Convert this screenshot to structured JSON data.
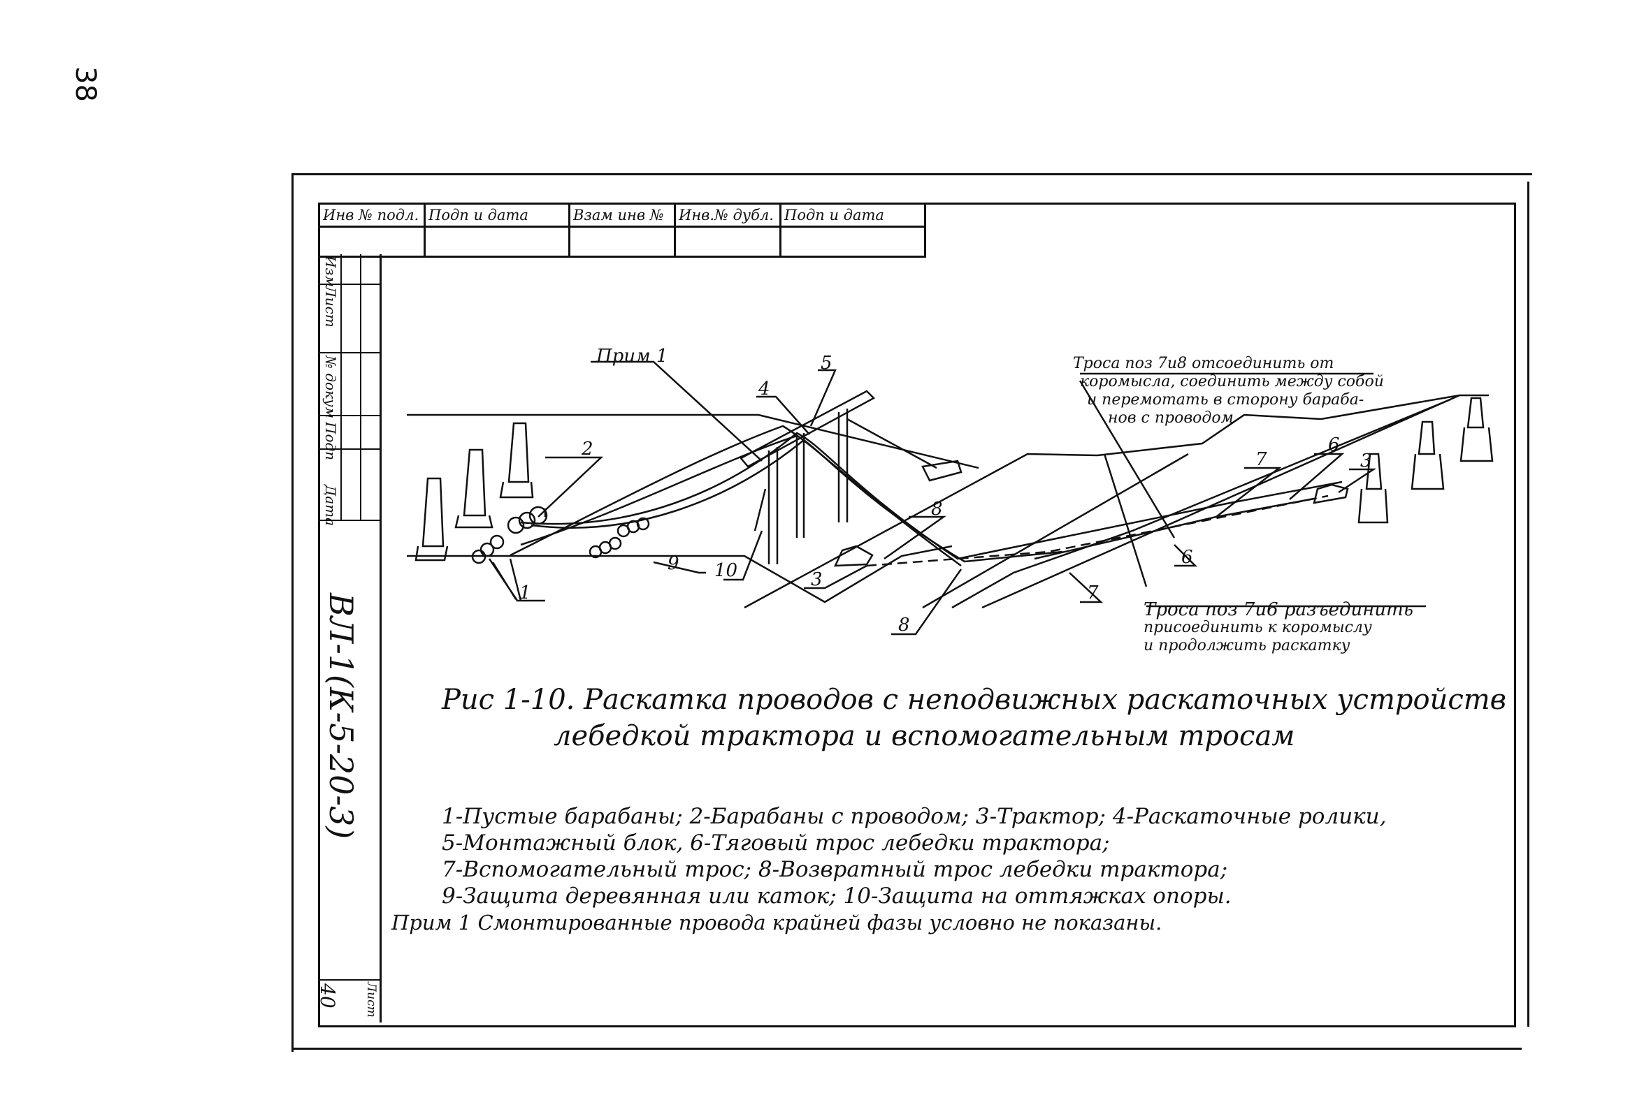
{
  "page_number": "38",
  "stamp_header": [
    "Инв № подл.",
    "Подп и дата",
    "Взам инв №",
    "Инв.№ дубл.",
    "Подп и дата"
  ],
  "left_strip": {
    "cells": [
      "Изм",
      "Лист",
      "№ докум",
      "Подп",
      "Дата"
    ],
    "document_code": "ВЛ-1(К-5-20-3)",
    "sheet_label": "Лист",
    "sheet_number": "40"
  },
  "callouts": {
    "prim": "Прим 1",
    "n1": "1",
    "n2": "2",
    "n3a": "3",
    "n3b": "3",
    "n4": "4",
    "n5": "5",
    "n6a": "6",
    "n6b": "6",
    "n7a": "7",
    "n7b": "7",
    "n8a": "8",
    "n8b": "8",
    "n9": "9",
    "n10": "10"
  },
  "note_top": [
    "Троса поз 7и8 отсоединить от",
    "коромысла, соединить между собой",
    "и перемотать в сторону бараба-",
    "нов с проводом"
  ],
  "note_bottom": [
    "Троса поз 7и6 разъединить",
    "присоединить к коромыслу",
    "и продолжить раскатку"
  ],
  "caption": [
    "Рис 1-10. Раскатка проводов с неподвижных раскаточных  устройств",
    "лебедкой трактора и вспомогательным тросам"
  ],
  "legend": [
    "1-Пустые барабаны; 2-Барабаны с проводом; 3-Трактор; 4-Раскаточные ролики,",
    "5-Монтажный блок, 6-Тяговый трос лебедки трактора;",
    "7-Вспомогательный трос;  8-Возвратный трос лебедки трактора;",
    "9-Защита деревянная или каток;  10-Защита на оттяжках  опоры.",
    "Прим 1  Смонтированные провода крайней фазы условно не показаны."
  ]
}
